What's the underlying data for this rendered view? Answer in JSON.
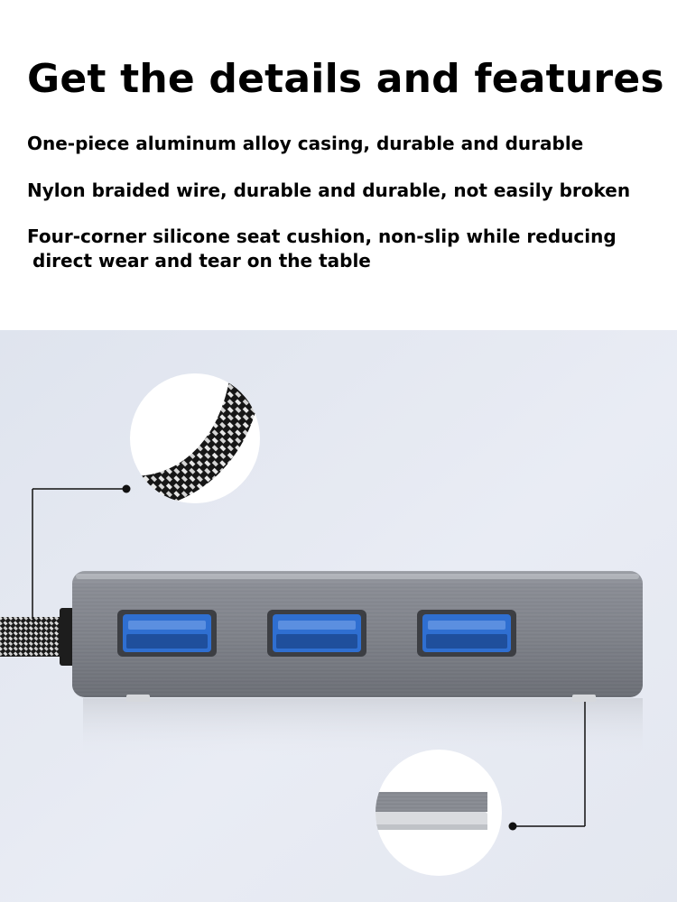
{
  "heading": "Get the details and features",
  "features": [
    "One-piece aluminum alloy casing, durable and durable",
    "Nylon braided wire, durable and durable, not easily broken",
    "Four-corner silicone seat cushion, non-slip while reducing",
    "direct wear and tear on the table"
  ],
  "photo": {
    "ports": 3,
    "colors": {
      "background": "#e6eaf3",
      "casing": "#7b7e85",
      "port_blue": "#2f6fd1",
      "cable_dark": "#111111",
      "cable_light": "#e8e8e8",
      "callout_line": "#111111"
    }
  }
}
